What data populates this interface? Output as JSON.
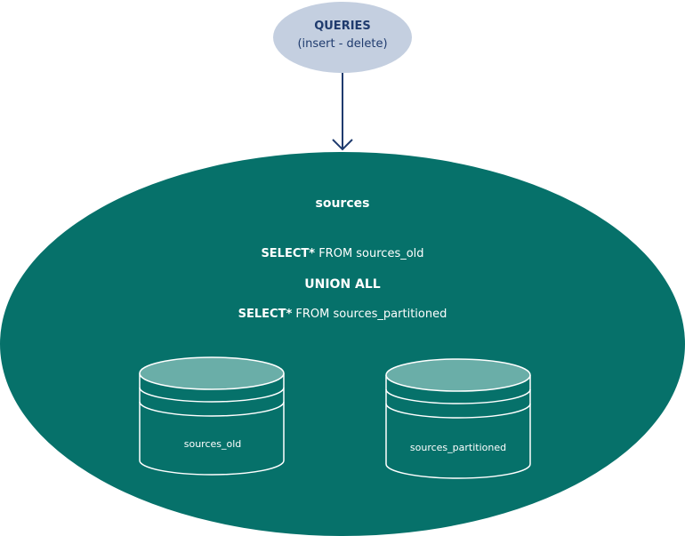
{
  "queries": {
    "title": "QUERIES",
    "subtitle": "(insert - delete)"
  },
  "main": {
    "title": "sources",
    "sql": {
      "select1_keyword": "SELECT*",
      "select1_rest": " FROM sources_old",
      "union": "UNION ALL",
      "select2_keyword": "SELECT*",
      "select2_rest": " FROM sources_partitioned"
    }
  },
  "databases": [
    {
      "label": "sources_old"
    },
    {
      "label": "sources_partitioned"
    }
  ],
  "colors": {
    "queries_fill": "#c4cfe0",
    "queries_text": "#1f3b6e",
    "arrow": "#1f3b6e",
    "main_fill": "#06716a",
    "db_top_fill": "#6aaea8",
    "db_stroke": "#ffffff",
    "text_light": "#ffffff"
  }
}
